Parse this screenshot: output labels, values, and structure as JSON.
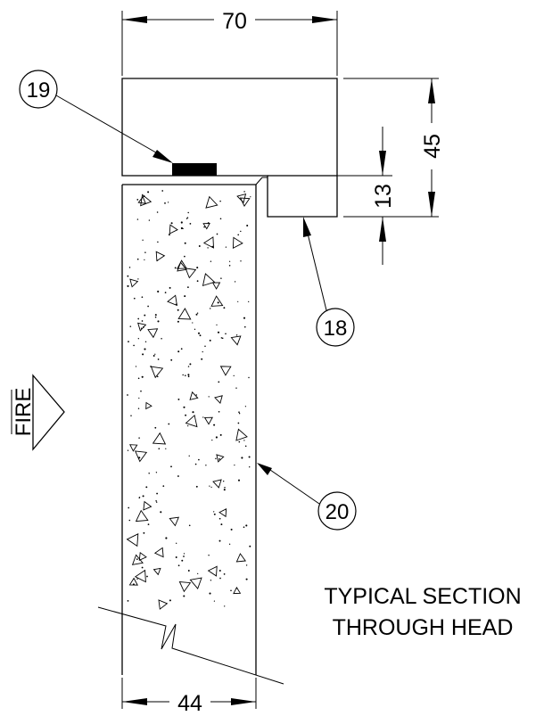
{
  "dimensions": {
    "frame_width": "70",
    "frame_depth": "45",
    "rebate": "13",
    "leaf_thickness": "44"
  },
  "callouts": {
    "seal": "19",
    "frame": "18",
    "door_leaf": "20"
  },
  "fire_label": "FIRE",
  "title": {
    "line1": "TYPICAL SECTION",
    "line2": "THROUGH HEAD"
  }
}
